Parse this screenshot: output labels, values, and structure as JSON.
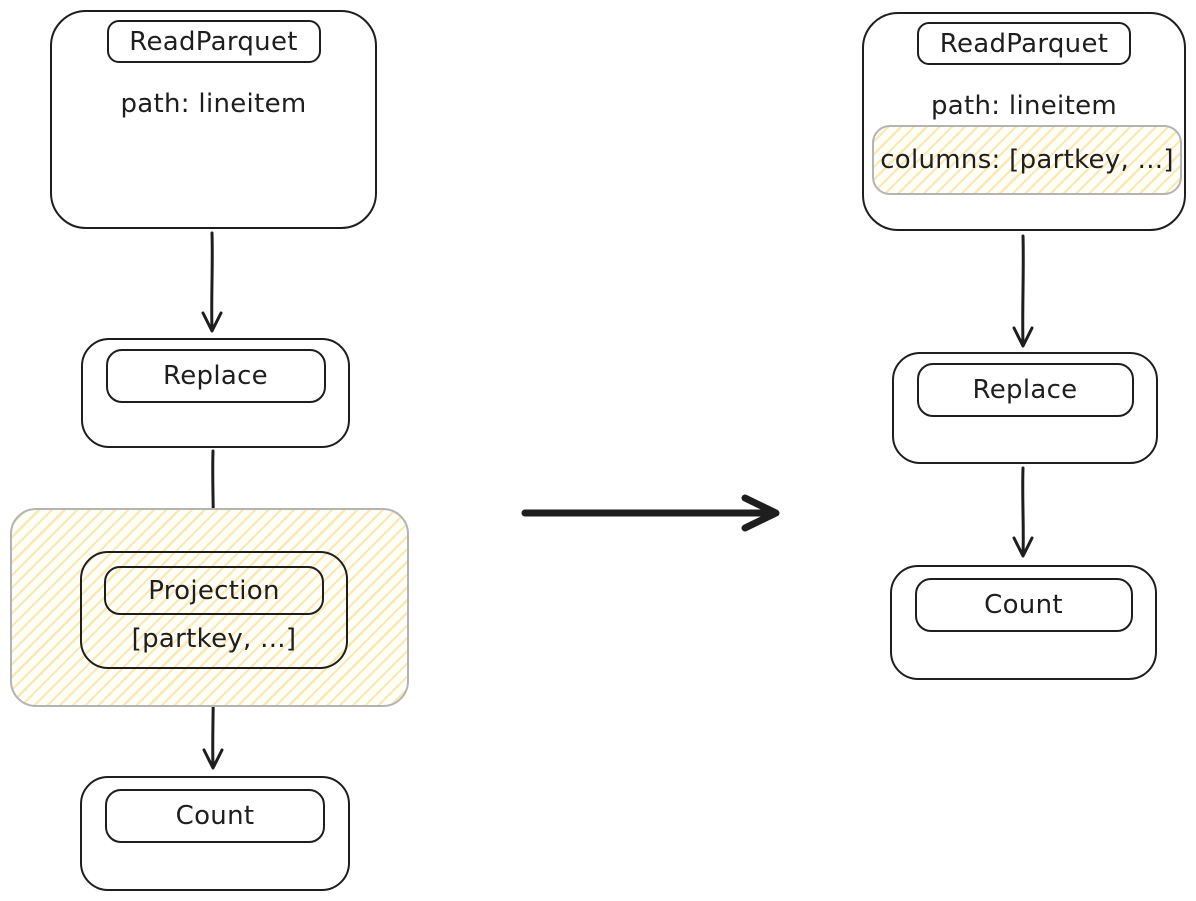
{
  "left_plan": {
    "read_parquet": {
      "title": "ReadParquet",
      "path": "path: lineitem"
    },
    "replace": {
      "title": "Replace"
    },
    "projection": {
      "title": "Projection",
      "columns": "[partkey, ...]"
    },
    "count": {
      "title": "Count"
    }
  },
  "right_plan": {
    "read_parquet": {
      "title": "ReadParquet",
      "path": "path: lineitem",
      "columns": "columns: [partkey, ...]"
    },
    "replace": {
      "title": "Replace"
    },
    "count": {
      "title": "Count"
    }
  },
  "colors": {
    "stroke": "#1e1e1e",
    "highlight_border": "#b4b4b4",
    "hachure_yellow": "#f2c94c"
  }
}
